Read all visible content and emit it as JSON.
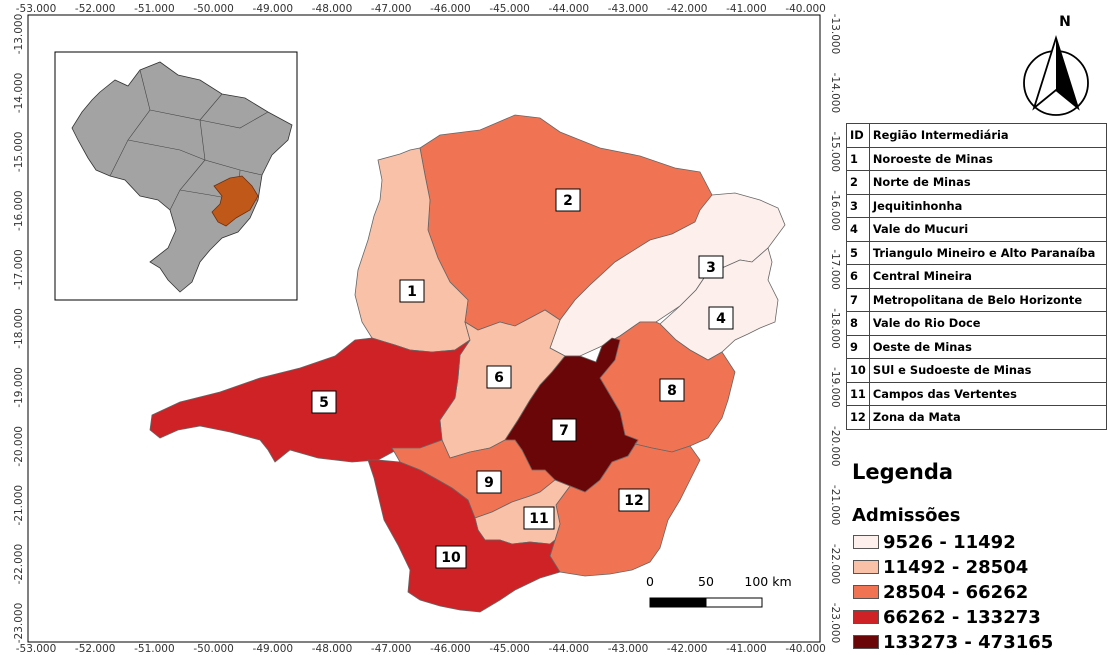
{
  "north_label": "N",
  "axes": {
    "lon_ticks": [
      "-53.000",
      "-52.000",
      "-51.000",
      "-50.000",
      "-49.000",
      "-48.000",
      "-47.000",
      "-46.000",
      "-45.000",
      "-44.000",
      "-43.000",
      "-42.000",
      "-41.000",
      "-40.000"
    ],
    "lat_ticks": [
      "-13.000",
      "-14.000",
      "-15.000",
      "-16.000",
      "-17.000",
      "-18.000",
      "-19.000",
      "-20.000",
      "-21.000",
      "-22.000",
      "-23.000"
    ]
  },
  "regions_table": {
    "header": {
      "id": "ID",
      "name": "Região Intermediária"
    },
    "rows": [
      {
        "id": "1",
        "name": "Noroeste de Minas"
      },
      {
        "id": "2",
        "name": "Norte de Minas"
      },
      {
        "id": "3",
        "name": "Jequitinhonha"
      },
      {
        "id": "4",
        "name": "Vale do Mucuri"
      },
      {
        "id": "5",
        "name": "Triangulo Mineiro e Alto Paranaíba"
      },
      {
        "id": "6",
        "name": "Central Mineira"
      },
      {
        "id": "7",
        "name": "Metropolitana de Belo Horizonte"
      },
      {
        "id": "8",
        "name": "Vale do Rio Doce"
      },
      {
        "id": "9",
        "name": "Oeste de Minas"
      },
      {
        "id": "10",
        "name": "SUl e Sudoeste de Minas"
      },
      {
        "id": "11",
        "name": "Campos das Vertentes"
      },
      {
        "id": "12",
        "name": "Zona da Mata"
      }
    ]
  },
  "legend": {
    "title": "Legenda",
    "subtitle": "Admissões",
    "classes": [
      {
        "label": "9526 - 11492",
        "color": "#fdf0ec"
      },
      {
        "label": "11492 - 28504",
        "color": "#f9c1a8"
      },
      {
        "label": "28504 - 66262",
        "color": "#f07453"
      },
      {
        "label": "66262 - 133273",
        "color": "#ce2226"
      },
      {
        "label": "133273 - 473165",
        "color": "#6b0608"
      }
    ]
  },
  "region_classes": {
    "1": 1,
    "2": 2,
    "3": 0,
    "4": 0,
    "5": 3,
    "6": 1,
    "7": 4,
    "8": 2,
    "9": 2,
    "10": 3,
    "11": 1,
    "12": 2
  },
  "scale_bar": {
    "labels": [
      "0",
      "50",
      "100 km"
    ]
  },
  "inset": {
    "country_color": "#a3a3a3",
    "highlight_color": "#c0581a"
  }
}
